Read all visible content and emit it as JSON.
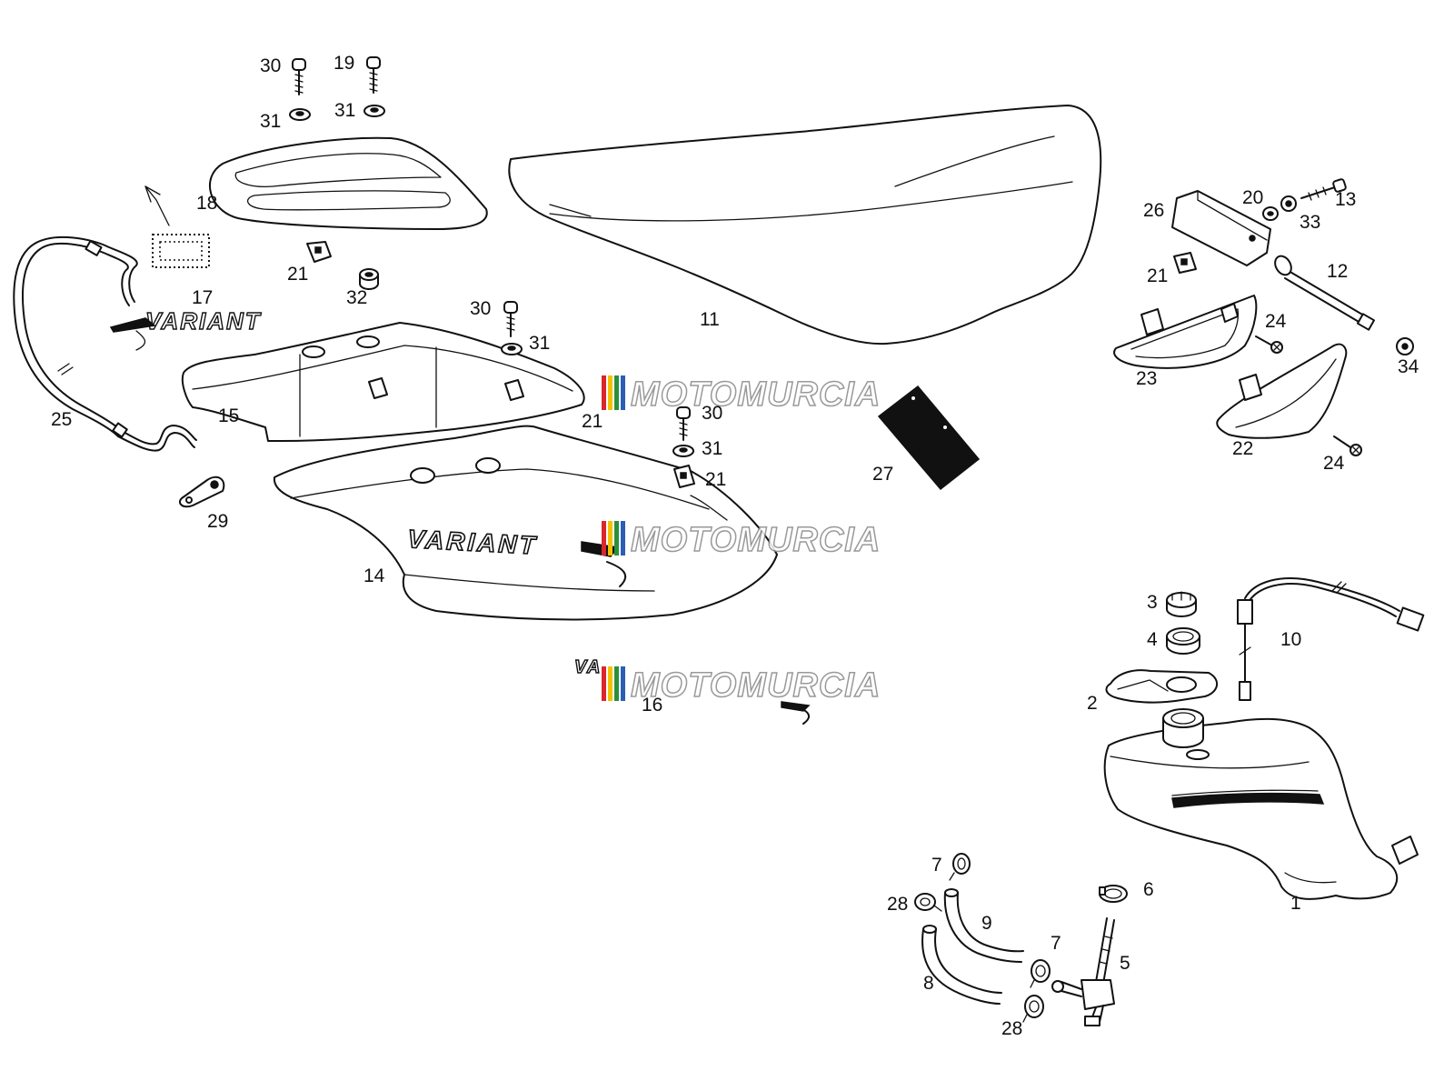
{
  "labels": {
    "l1": "1",
    "l2": "2",
    "l3": "3",
    "l4": "4",
    "l5": "5",
    "l6": "6",
    "l7a": "7",
    "l7b": "7",
    "l8": "8",
    "l9": "9",
    "l10": "10",
    "l11": "11",
    "l12": "12",
    "l13": "13",
    "l14": "14",
    "l15": "15",
    "l16": "16",
    "l17": "17",
    "l18": "18",
    "l19": "19",
    "l20": "20",
    "l21a": "21",
    "l21b": "21",
    "l21c": "21",
    "l21d": "21",
    "l22": "22",
    "l23": "23",
    "l24a": "24",
    "l24b": "24",
    "l25": "25",
    "l26": "26",
    "l27": "27",
    "l28a": "28",
    "l28b": "28",
    "l29": "29",
    "l30a": "30",
    "l30b": "30",
    "l30c": "30",
    "l31a": "31",
    "l31b": "31",
    "l31c": "31",
    "l31d": "31",
    "l32": "32",
    "l33": "33",
    "l34": "34"
  },
  "decals": {
    "brand_upper": "VARIANT",
    "brand_side": "VARIANT",
    "brand_small": "VA"
  },
  "watermark": {
    "text": "MOTOMURCIA",
    "stripe_colors": [
      "#d9262b",
      "#f2c200",
      "#2a8f3c",
      "#2b5fb4"
    ]
  }
}
